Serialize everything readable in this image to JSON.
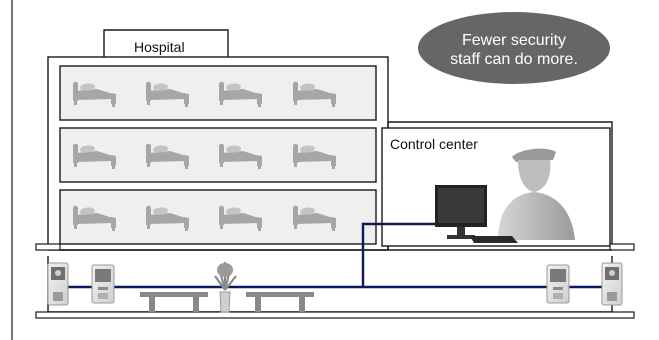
{
  "building": {
    "tab_label": "Hospital",
    "control_center_label": "Control center"
  },
  "callout": {
    "line1": "Fewer security",
    "line2": "staff can do more."
  },
  "colors": {
    "wire": "#0d1a5a",
    "bed_fill": "#a6a6a6",
    "room_fill": "#efefef",
    "outline": "#1a1a1a",
    "callout_fill": "#666666",
    "callout_text": "#ffffff",
    "silhouette": "#b8b8b8"
  },
  "icons": {
    "bed": "hospital-bed-icon",
    "guard": "security-guard-icon",
    "monitor": "computer-monitor-icon",
    "entrance_panel": "door-entrance-station-icon",
    "intercom": "video-intercom-icon",
    "plant": "potted-plant-icon",
    "bench": "bench-icon"
  }
}
